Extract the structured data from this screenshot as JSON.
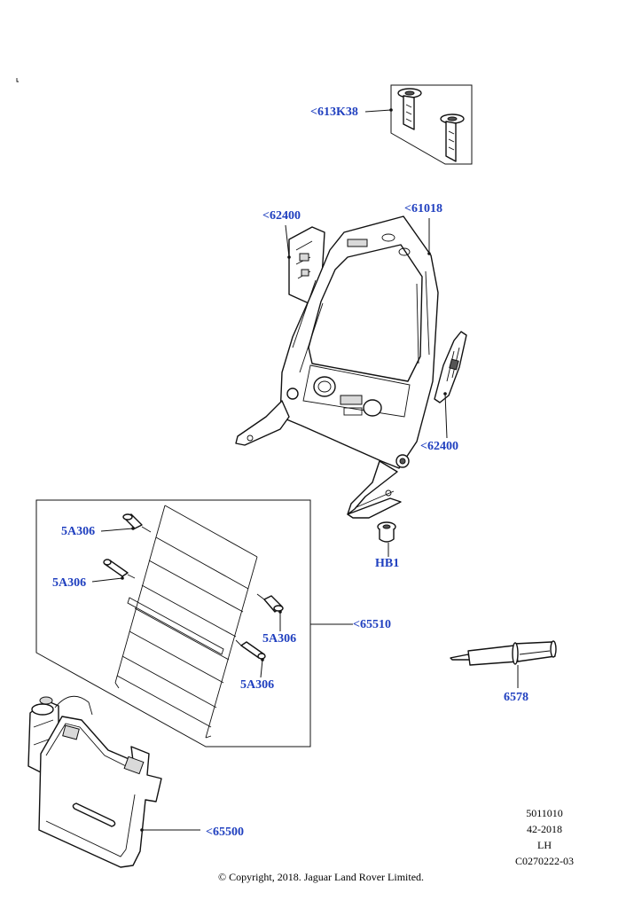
{
  "callouts": {
    "c613k38": "<613K38",
    "c62400_top": "<62400",
    "c61018": "<61018",
    "c62400_side": "<62400",
    "hb1": "HB1",
    "c5a306_a": "5A306",
    "c5a306_b": "5A306",
    "c5a306_c": "5A306",
    "c5a306_d": "5A306",
    "c65510": "<65510",
    "c6578": "6578",
    "c65500": "<65500"
  },
  "meta": {
    "line1": "5011010",
    "line2": "42-2018",
    "line3": "LH",
    "line4": "C0270222-03"
  },
  "copyright": "© Copyright, 2018. Jaguar Land Rover Limited.",
  "colors": {
    "callout_text": "#1f3fbf",
    "line_art": "#111111"
  }
}
